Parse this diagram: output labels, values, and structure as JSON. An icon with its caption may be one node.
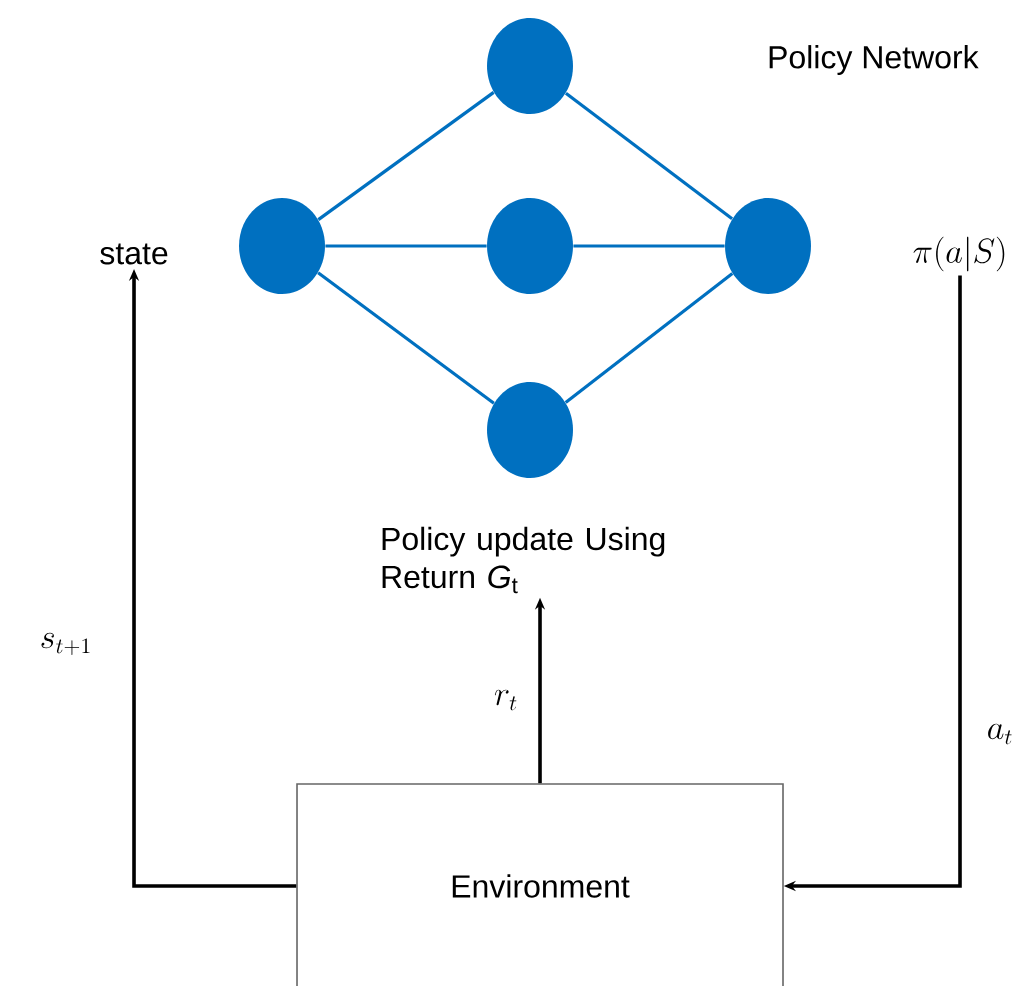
{
  "diagram": {
    "nodes": [
      {
        "text": [
          "state"
        ]
      },
      {
        "text": [
          "\\pi(a|S)"
        ]
      },
      {
        "text": [],
        "shape": "circle"
      },
      {
        "text": [],
        "shape": "circle"
      },
      {
        "text": [],
        "shape": "circle"
      },
      {
        "text": [],
        "shape": "circle"
      },
      {
        "text": [],
        "shape": "circle"
      },
      {
        "text": [
          "Policy update Using Return *G*$_{t}$"
        ]
      },
      {
        "text": [
          "Environment"
        ]
      }
    ],
    "edges": [
      {
        "from": 2,
        "to": 3,
        "arrow": "none",
        "color": "#0070c0"
      },
      {
        "from": 2,
        "to": 4,
        "arrow": "none",
        "color": "#0070c0"
      },
      {
        "from": 2,
        "to": 5,
        "arrow": "none",
        "color": "#0070c0"
      },
      {
        "from": 3,
        "to": 6,
        "arrow": "none",
        "color": "#0070c0"
      },
      {
        "from": 4,
        "to": 6,
        "arrow": "none",
        "color": "#0070c0"
      },
      {
        "from": 5,
        "to": 6,
        "arrow": "none",
        "color": "#0070c0"
      },
      {
        "from": 8,
        "to": 0,
        "arrow": "to",
        "label": "s_{t+1}",
        "color": "#000000"
      },
      {
        "from": 8,
        "to": 7,
        "arrow": "to",
        "label": "r_t",
        "color": "#000000"
      },
      {
        "from": 1,
        "to": 8,
        "arrow": "to",
        "label": "a_t",
        "color": "#000000"
      }
    ],
    "labels": [
      "Policy Network"
    ]
  }
}
